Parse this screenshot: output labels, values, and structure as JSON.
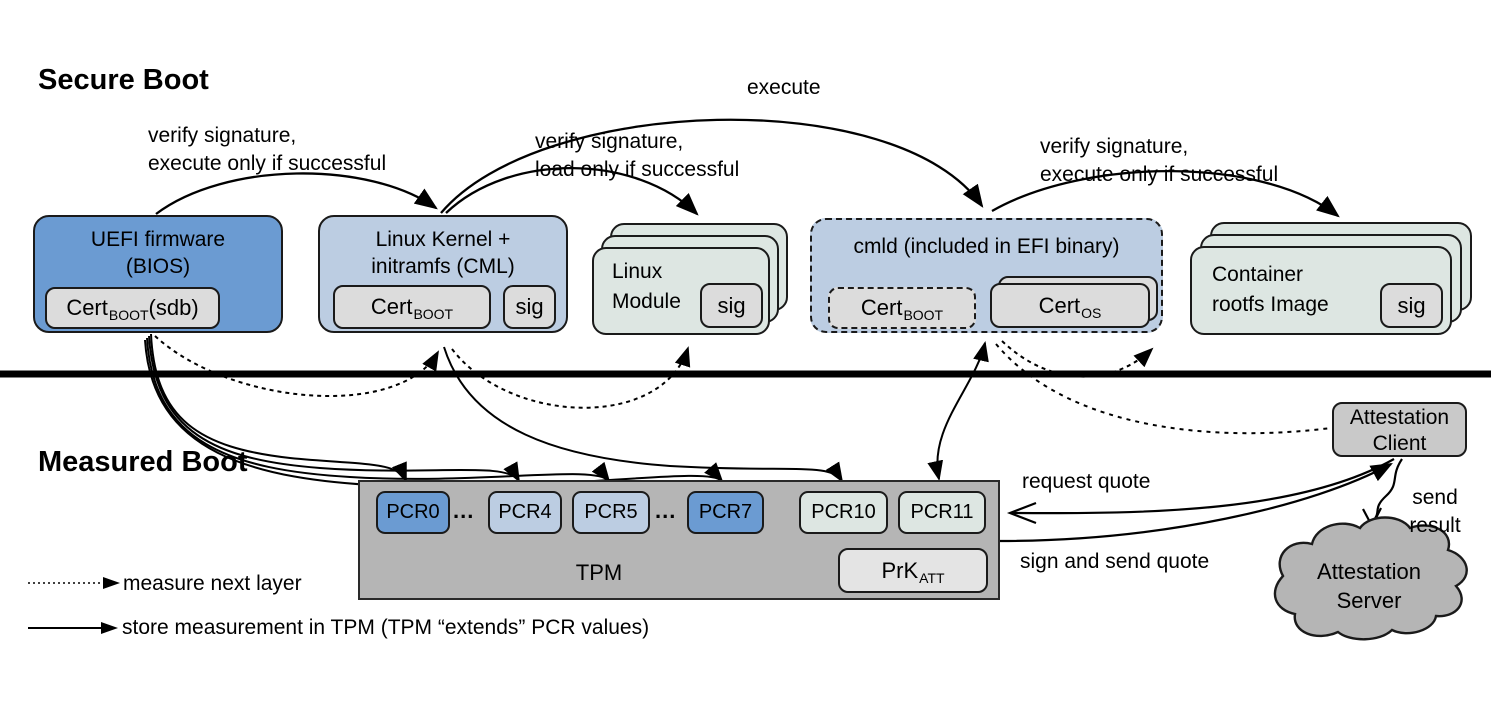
{
  "colors": {
    "accent_blue": "#6b9bd2",
    "light_blue": "#bccde2",
    "pale_green_gray": "#dde6e2",
    "tpm_gray": "#b5b5b5",
    "inner_box_gray": "#dcdcdc",
    "client_gray": "#c9c9c9",
    "cloud_gray": "#b5b5b5",
    "line_black": "#000000"
  },
  "headings": {
    "secure_boot": "Secure Boot",
    "measured_boot": "Measured Boot"
  },
  "secure_boot": {
    "labels": {
      "verify_execute_left": {
        "line1": "verify signature,",
        "line2": "execute only if successful"
      },
      "verify_load": {
        "line1": "verify signature,",
        "line2": "load only if successful"
      },
      "execute": "execute",
      "verify_execute_right": {
        "line1": "verify signature,",
        "line2": "execute only if successful"
      }
    },
    "uefi": {
      "line1": "UEFI firmware",
      "line2": "(BIOS)",
      "cert": {
        "base": "Cert",
        "sub": "BOOT",
        "suffix": " (sdb)"
      }
    },
    "kernel": {
      "line1": "Linux Kernel +",
      "line2": "initramfs (CML)",
      "cert": {
        "base": "Cert",
        "sub": "BOOT"
      },
      "sig": "sig"
    },
    "module": {
      "line1": "Linux",
      "line2": "Module",
      "sig": "sig"
    },
    "cmld": {
      "title": "cmld (included in EFI binary)",
      "cert_boot": {
        "base": "Cert",
        "sub": "BOOT"
      },
      "cert_os": {
        "base": "Cert",
        "sub": "OS"
      }
    },
    "container": {
      "line1": "Container",
      "line2": "rootfs Image",
      "sig": "sig"
    }
  },
  "measured_boot": {
    "tpm": {
      "label": "TPM",
      "dots": "...",
      "pcrs": [
        "PCR0",
        "PCR4",
        "PCR5",
        "PCR7",
        "PCR10",
        "PCR11"
      ],
      "prk": {
        "base": "PrK",
        "sub": "ATT"
      }
    },
    "attestation_client": {
      "line1": "Attestation",
      "line2": "Client"
    },
    "attestation_server": {
      "line1": "Attestation",
      "line2": "Server"
    },
    "labels": {
      "request_quote": "request quote",
      "sign_and_send_quote": "sign and send quote",
      "send_result": {
        "line1": "send",
        "line2": "result"
      }
    },
    "legend": {
      "measure": "measure next layer",
      "store": "store measurement in TPM (TPM “extends” PCR values)"
    }
  }
}
